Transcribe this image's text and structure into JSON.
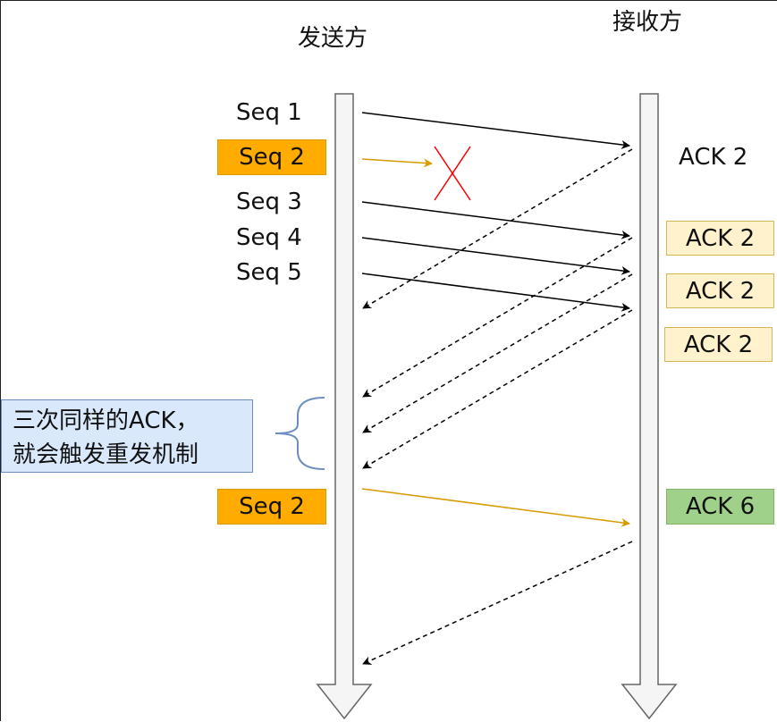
{
  "sender": {
    "title": "发送方"
  },
  "receiver": {
    "title": "接收方"
  },
  "sender_labels": [
    "Seq 1",
    "Seq 2",
    "Seq 3",
    "Seq 4",
    "Seq 5",
    "Seq 2"
  ],
  "receiver_labels": [
    "ACK 2",
    "ACK 2",
    "ACK 2",
    "ACK 2",
    "ACK 6"
  ],
  "note": {
    "line1": "三次同样的ACK，",
    "line2": "就会触发重发机制"
  },
  "colors": {
    "lifeline_fill": "#f5f5f5",
    "lifeline_stroke": "#666666",
    "arrow": "#000000",
    "lost_arrow": "#d79b00",
    "cross": "#ff0000",
    "retransmit": "#d79b00",
    "seq_highlight": "#ffab00",
    "dup_ack": "#fff2cc",
    "new_ack": "#9fd18b",
    "note_fill": "#dae8fc",
    "brace": "#6c8ebf"
  }
}
